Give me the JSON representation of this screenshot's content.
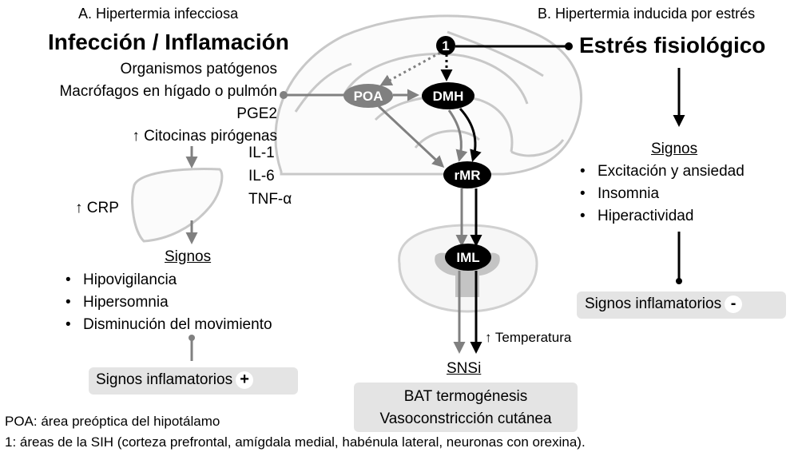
{
  "section_a": {
    "title": "A. Hipertermia infecciosa",
    "heading": "Infección / Inflamación",
    "causes": [
      "Organismos patógenos",
      "Macrófagos en hígado o pulmón",
      "PGE2",
      "↑ Citocinas pirógenas"
    ],
    "cytokines": [
      "IL-1",
      "IL-6",
      "TNF-α"
    ],
    "crp": "↑ CRP",
    "signs_title": "Signos",
    "signs": [
      "Hipovigilancia",
      "Hipersomnia",
      "Disminución del movimiento"
    ],
    "inflammatory_label": "Signos inflamatorios",
    "inflammatory_sign": "+"
  },
  "section_b": {
    "title": "B. Hipertermia inducida por estrés",
    "heading": "Estrés fisiológico",
    "signs_title": "Signos",
    "signs": [
      "Excitación y ansiedad",
      "Insomnia",
      "Hiperactividad"
    ],
    "inflammatory_label": "Signos inflamatorios",
    "inflammatory_sign": "-"
  },
  "center": {
    "node_1": "1",
    "poa": "POA",
    "dmh": "DMH",
    "rmr": "rMR",
    "iml": "IML",
    "temperature": "↑ Temperatura",
    "snsi": "SNSi",
    "outputs": [
      "BAT termogénesis",
      "Vasoconstricción cutánea"
    ]
  },
  "footnotes": {
    "poa": "POA: área preóptica del hipotálamo",
    "note1": "1: áreas de la SIH (corteza prefrontal, amígdala medial, habénula lateral, neuronas con orexina)."
  },
  "colors": {
    "gray_arrow": "#808080",
    "black_arrow": "#000000",
    "box_fill": "#e4e4e4",
    "brain_line": "#c8c8c8"
  }
}
